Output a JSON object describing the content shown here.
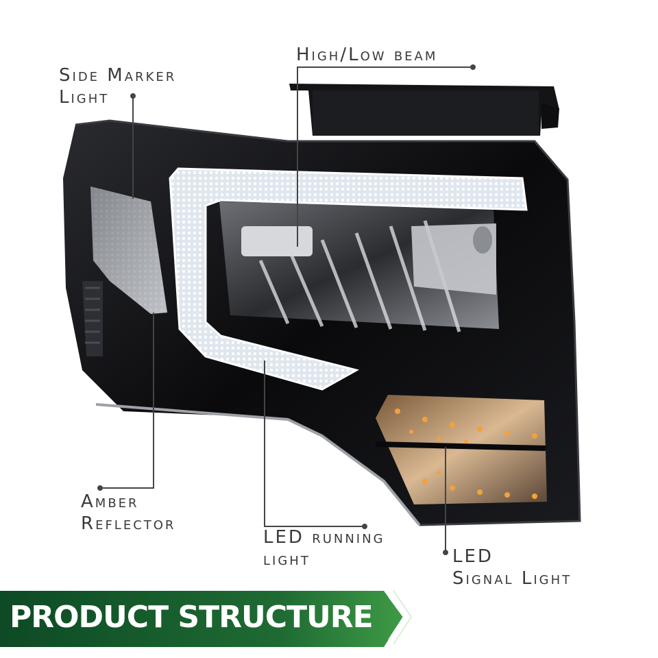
{
  "labels": {
    "side_marker": [
      "Side Marker",
      "Light"
    ],
    "high_low_beam": "High/Low beam",
    "amber_reflector": [
      "Amber",
      "Reflector"
    ],
    "led_running": [
      "LED running",
      "light"
    ],
    "led_signal": [
      "LED",
      "Signal Light"
    ]
  },
  "banner": {
    "text": "PRODUCT STRUCTURE",
    "color_dark": "#0d4a25",
    "color_light": "#3e9a45"
  },
  "colors": {
    "housing": "#0b0b0d",
    "drl": "#e9eef4",
    "amber": "#f2a23a",
    "leader": "#444444"
  }
}
